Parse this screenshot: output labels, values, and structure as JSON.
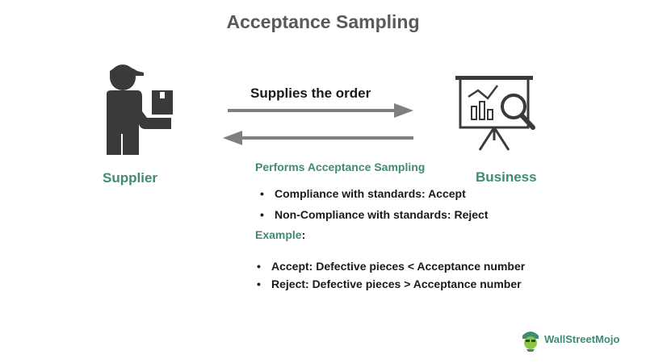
{
  "title": "Acceptance Sampling",
  "supplier": {
    "label": "Supplier",
    "icon": "delivery-person-icon"
  },
  "business": {
    "label": "Business",
    "icon": "analytics-presentation-icon"
  },
  "flow": {
    "supply_text": "Supplies the order",
    "performs_text": "Performs Acceptance Sampling"
  },
  "rules": [
    "Compliance with standards: Accept",
    "Non-Compliance with standards: Reject"
  ],
  "example": {
    "heading": "Example",
    "colon": ":",
    "items": [
      "Accept: Defective pieces < Acceptance number",
      "Reject: Defective pieces > Acceptance number"
    ]
  },
  "brand": {
    "name": "WallStreetMojo",
    "icon": "wallstreetmojo-logo-icon"
  },
  "colors": {
    "accent": "#3f8a78",
    "title": "#595959",
    "icon": "#3a3a3a",
    "arrow": "#7f7f7f"
  }
}
